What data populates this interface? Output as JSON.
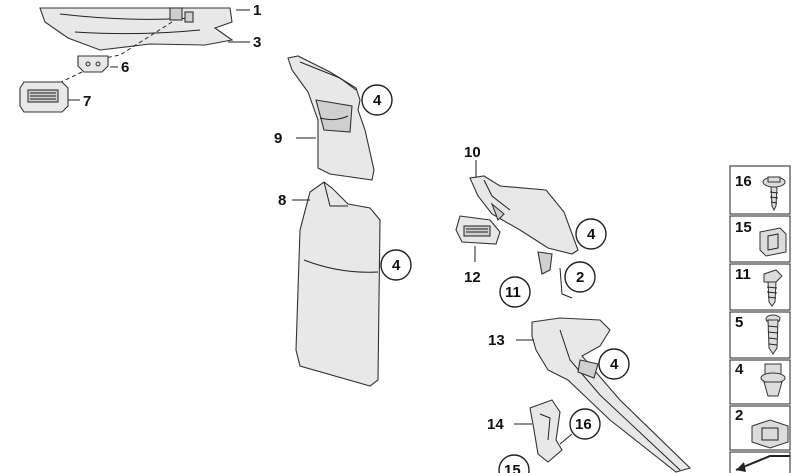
{
  "labels": {
    "p1": "1",
    "p3": "3",
    "p6": "6",
    "p7": "7",
    "p9": "9",
    "p8": "8",
    "p10": "10",
    "p12": "12",
    "p13": "13",
    "p14": "14",
    "c4a": "4",
    "c4b": "4",
    "c4c": "4",
    "c4d": "4",
    "c2": "2",
    "c11": "11",
    "c16": "16",
    "c15": "15"
  },
  "sidebar": [
    {
      "num": "16",
      "icon": "screw-flanged-icon"
    },
    {
      "num": "15",
      "icon": "clip-nut-icon"
    },
    {
      "num": "11",
      "icon": "screw-short-icon"
    },
    {
      "num": "5",
      "icon": "screw-tapping-icon"
    },
    {
      "num": "4",
      "icon": "push-rivet-icon"
    },
    {
      "num": "2",
      "icon": "spring-clip-icon"
    },
    {
      "num": "",
      "icon": "corner-arrow-icon"
    }
  ]
}
